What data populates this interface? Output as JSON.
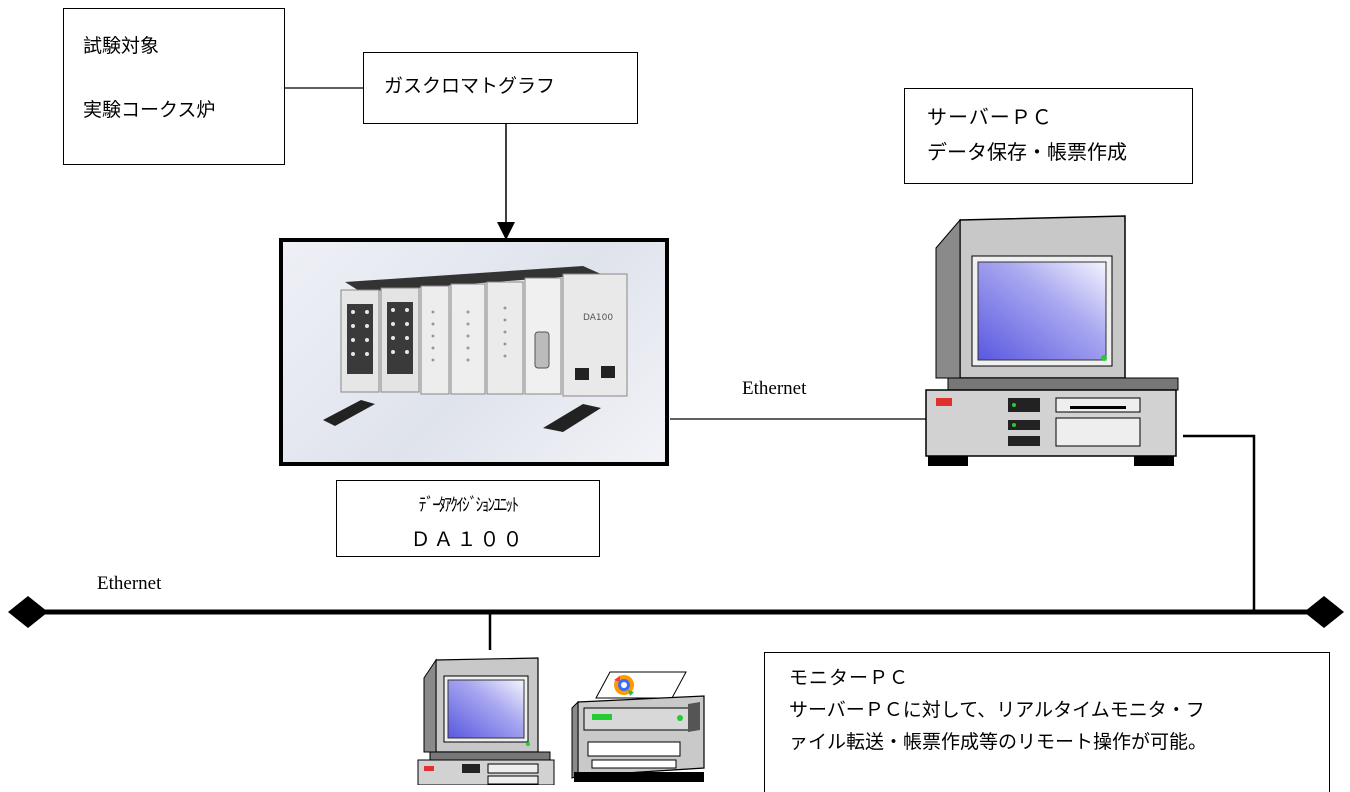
{
  "test_target": {
    "line1": "試験対象",
    "line2": "実験コークス炉"
  },
  "gas_chromatograph": {
    "label": "ガスクロマトグラフ"
  },
  "server_pc": {
    "line1": "サーバーＰＣ",
    "line2": "データ保存・帳票作成"
  },
  "daq_unit": {
    "line1": "ﾃﾞｰﾀｱｸｲｼﾞｼｮﾝﾕﾆｯﾄ",
    "line2": "ＤＡ１００",
    "device_marking": "DA100"
  },
  "network": {
    "link_label": "Ethernet",
    "bus_label": "Ethernet"
  },
  "monitor_pc": {
    "line1": "モニターＰＣ",
    "line2": "サーバーＰＣに対して、リアルタイムモニタ・フ",
    "line3": "ァイル転送・帳票作成等のリモート操作が可能。"
  },
  "icons": {
    "server": "desktop-computer-icon",
    "monitor": "desktop-computer-icon",
    "printer": "color-printer-icon",
    "daq": "daq-hardware-photo"
  }
}
